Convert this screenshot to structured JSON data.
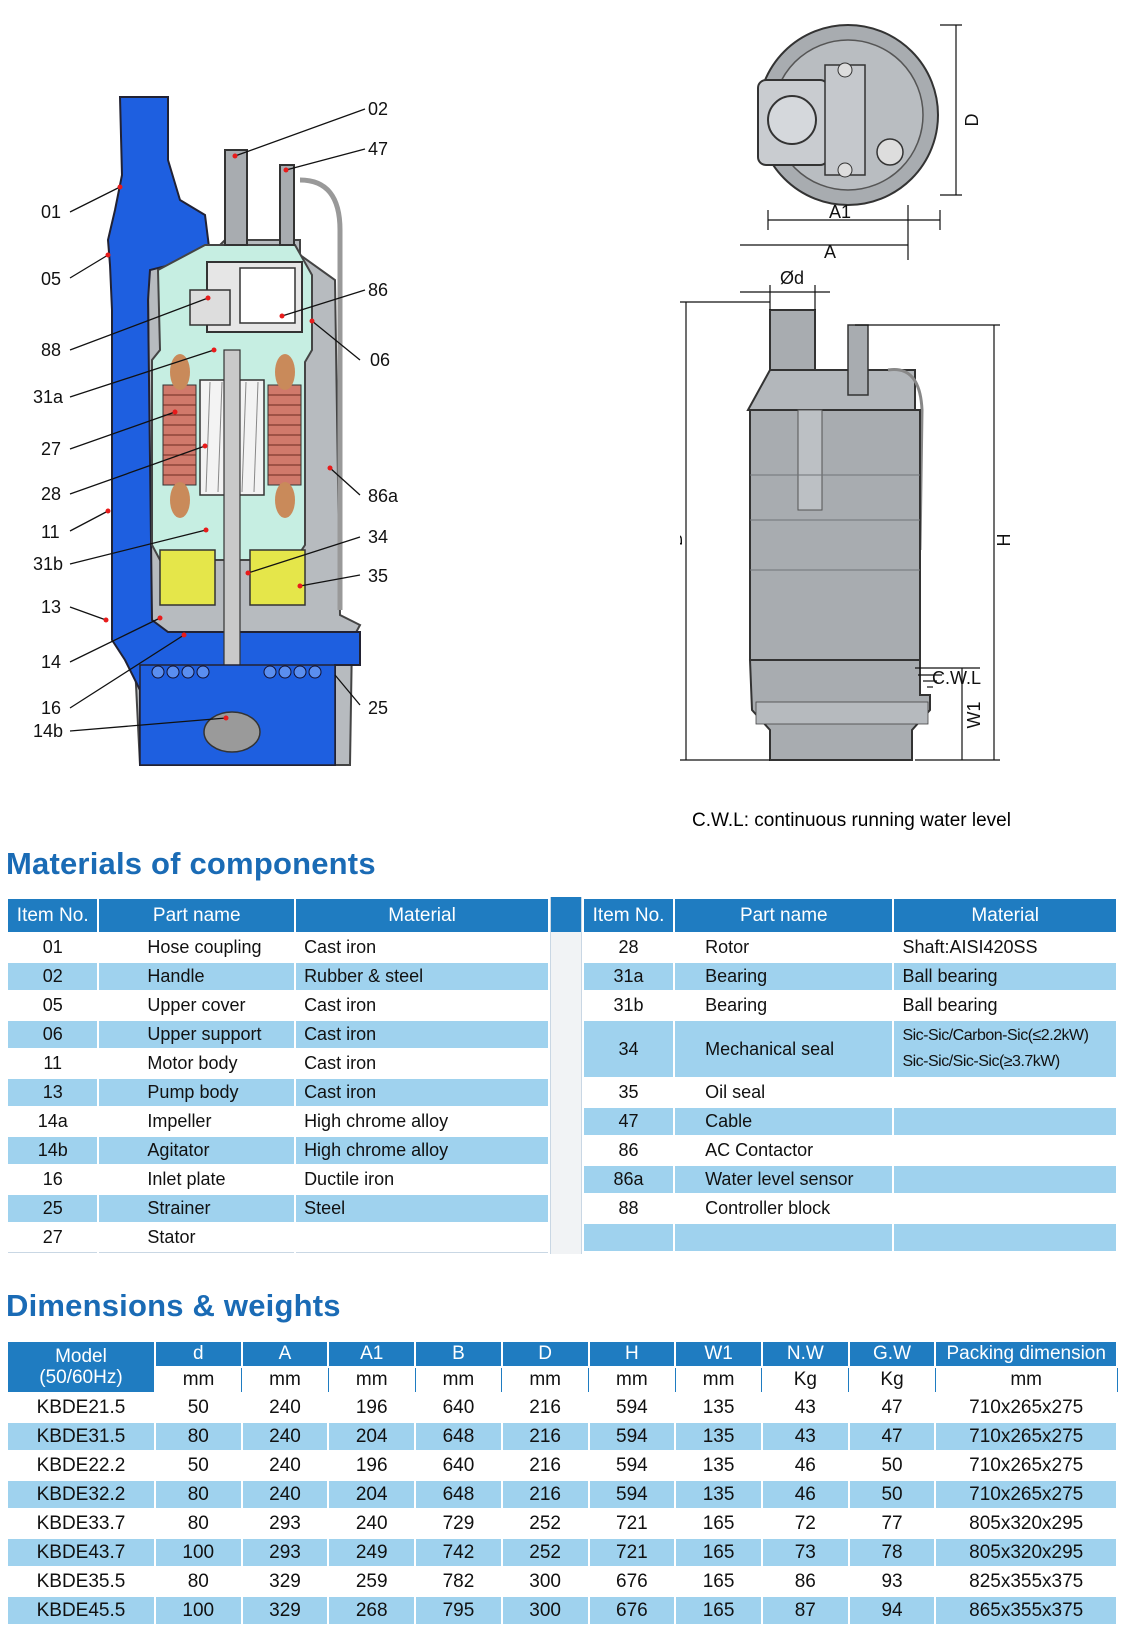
{
  "callouts_left": [
    "01",
    "05",
    "88",
    "31a",
    "27",
    "28",
    "11",
    "31b",
    "13",
    "14",
    "16",
    "14b"
  ],
  "callouts_right": [
    "02",
    "47",
    "86",
    "06",
    "86a",
    "34",
    "35",
    "25"
  ],
  "top_view": {
    "dim_D": "D",
    "dim_A1": "A1",
    "dim_A": "A"
  },
  "side_view": {
    "dim_d": "Ød",
    "dim_B": "B",
    "dim_H": "H",
    "dim_W1": "W1",
    "cwl": "C.W.L"
  },
  "cwl_note": "C.W.L: continuous running water level",
  "materials": {
    "title": "Materials of components",
    "headers": [
      "Item No.",
      "Part name",
      "Material"
    ],
    "left_rows": [
      {
        "no": "01",
        "part": "Hose coupling",
        "material": "Cast iron"
      },
      {
        "no": "02",
        "part": "Handle",
        "material": "Rubber & steel"
      },
      {
        "no": "05",
        "part": "Upper cover",
        "material": "Cast iron"
      },
      {
        "no": "06",
        "part": "Upper support",
        "material": "Cast iron"
      },
      {
        "no": "11",
        "part": "Motor body",
        "material": "Cast iron"
      },
      {
        "no": "13",
        "part": "Pump body",
        "material": "Cast iron"
      },
      {
        "no": "14a",
        "part": "Impeller",
        "material": "High chrome alloy"
      },
      {
        "no": "14b",
        "part": "Agitator",
        "material": "High chrome alloy"
      },
      {
        "no": "16",
        "part": "Inlet plate",
        "material": "Ductile iron"
      },
      {
        "no": "25",
        "part": "Strainer",
        "material": "Steel"
      },
      {
        "no": "27",
        "part": "Stator",
        "material": ""
      }
    ],
    "right_rows": [
      {
        "no": "28",
        "part": "Rotor",
        "material": "Shaft:AISI420SS"
      },
      {
        "no": "31a",
        "part": "Bearing",
        "material": "Ball bearing"
      },
      {
        "no": "31b",
        "part": "Bearing",
        "material": "Ball bearing"
      },
      {
        "no": "34",
        "part": "Mechanical seal",
        "material": "Sic-Sic/Carbon-Sic(≤2.2kW)",
        "material2": "Sic-Sic/Sic-Sic(≥3.7kW)"
      },
      {
        "no": "35",
        "part": "Oil seal",
        "material": ""
      },
      {
        "no": "47",
        "part": "Cable",
        "material": ""
      },
      {
        "no": "86",
        "part": "AC Contactor",
        "material": ""
      },
      {
        "no": "86a",
        "part": "Water level sensor",
        "material": ""
      },
      {
        "no": "88",
        "part": "Controller block",
        "material": ""
      },
      {
        "no": "",
        "part": "",
        "material": ""
      }
    ]
  },
  "dimensions": {
    "title": "Dimensions & weights",
    "headers": [
      "Model\n(50/60Hz)",
      "d",
      "A",
      "A1",
      "B",
      "D",
      "H",
      "W1",
      "N.W",
      "G.W",
      "Packing dimension"
    ],
    "units": [
      "mm",
      "mm",
      "mm",
      "mm",
      "mm",
      "mm",
      "mm",
      "Kg",
      "Kg",
      "mm"
    ],
    "rows": [
      [
        "KBDE21.5",
        "50",
        "240",
        "196",
        "640",
        "216",
        "594",
        "135",
        "43",
        "47",
        "710x265x275"
      ],
      [
        "KBDE31.5",
        "80",
        "240",
        "204",
        "648",
        "216",
        "594",
        "135",
        "43",
        "47",
        "710x265x275"
      ],
      [
        "KBDE22.2",
        "50",
        "240",
        "196",
        "640",
        "216",
        "594",
        "135",
        "46",
        "50",
        "710x265x275"
      ],
      [
        "KBDE32.2",
        "80",
        "240",
        "204",
        "648",
        "216",
        "594",
        "135",
        "46",
        "50",
        "710x265x275"
      ],
      [
        "KBDE33.7",
        "80",
        "293",
        "240",
        "729",
        "252",
        "721",
        "165",
        "72",
        "77",
        "805x320x295"
      ],
      [
        "KBDE43.7",
        "100",
        "293",
        "249",
        "742",
        "252",
        "721",
        "165",
        "73",
        "78",
        "805x320x295"
      ],
      [
        "KBDE35.5",
        "80",
        "329",
        "259",
        "782",
        "300",
        "676",
        "165",
        "86",
        "93",
        "825x355x375"
      ],
      [
        "KBDE45.5",
        "100",
        "329",
        "268",
        "795",
        "300",
        "676",
        "165",
        "87",
        "94",
        "865x355x375"
      ]
    ]
  },
  "colors": {
    "accent": "#1f7cc1",
    "row_alt": "#9fd2ee",
    "pump_blue": "#1e5fe0",
    "oil": "#e5e64a",
    "motor_bg": "#c6eee2",
    "casing": "#a8acb0",
    "title": "#1a6bb5"
  }
}
